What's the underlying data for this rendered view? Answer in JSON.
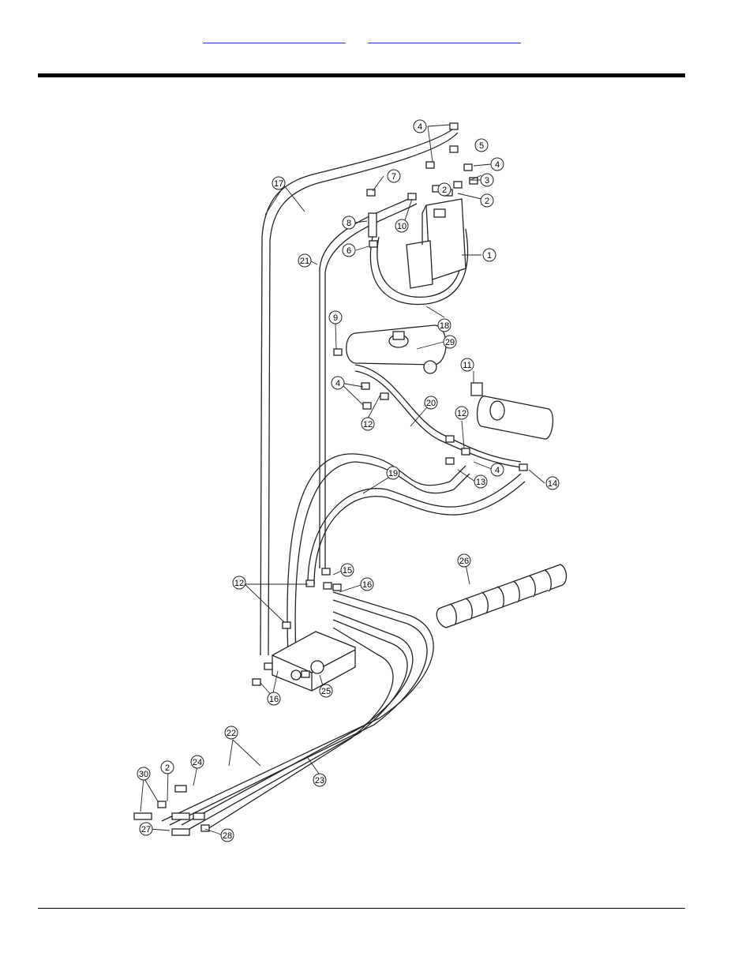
{
  "nav": {
    "links": [
      {
        "label": ""
      },
      {
        "label": ""
      }
    ]
  },
  "diagram": {
    "callouts": [
      "1",
      "2",
      "2",
      "3",
      "4",
      "4",
      "4",
      "4",
      "5",
      "6",
      "7",
      "8",
      "9",
      "10",
      "11",
      "12",
      "12",
      "12",
      "13",
      "14",
      "15",
      "16",
      "16",
      "17",
      "18",
      "19",
      "20",
      "21",
      "22",
      "23",
      "24",
      "25",
      "26",
      "27",
      "28",
      "29",
      "30",
      "2"
    ]
  }
}
